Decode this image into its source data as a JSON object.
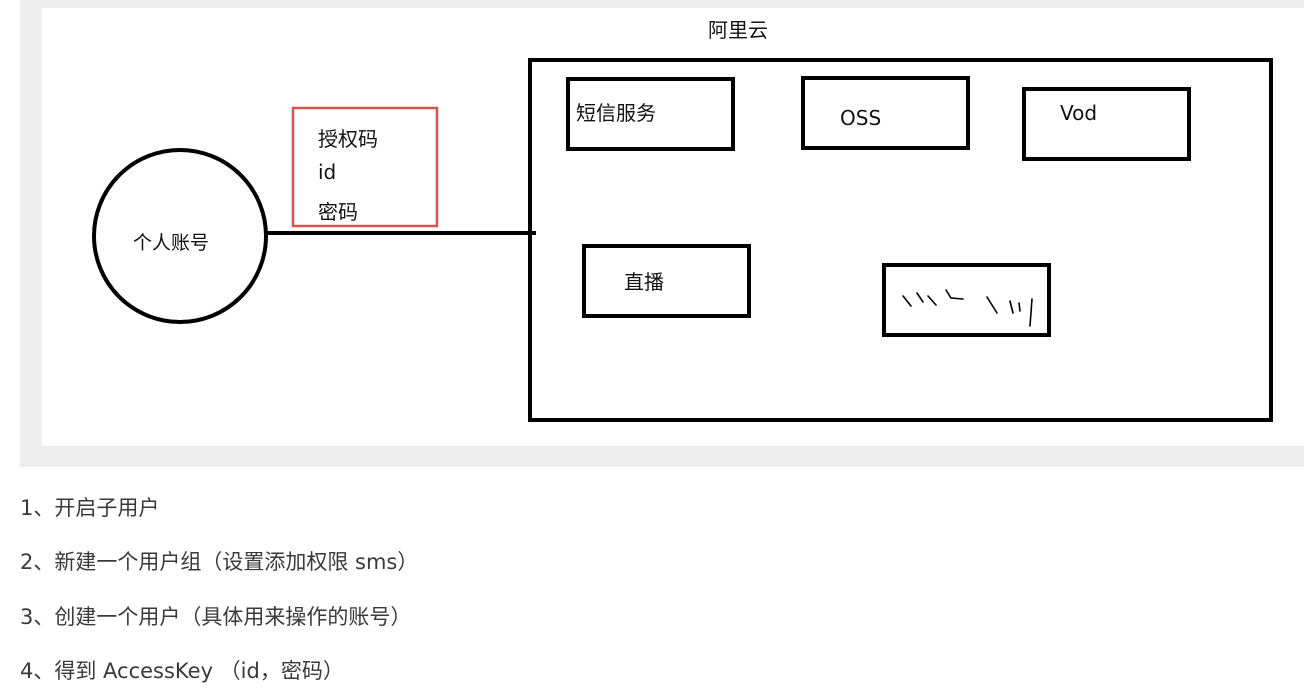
{
  "diagram": {
    "cloud_title": "阿里云",
    "account_label": "个人账号",
    "credentials": [
      "授权码",
      "id",
      "密码"
    ],
    "services": {
      "sms": "短信服务",
      "oss": "OSS",
      "vod": "Vod",
      "live": "直播"
    }
  },
  "steps": [
    "1、开启子用户",
    "2、新建一个用户组（设置添加权限 sms）",
    "3、创建一个用户（具体用来操作的账号）",
    "4、得到 AccessKey （id，密码）"
  ]
}
